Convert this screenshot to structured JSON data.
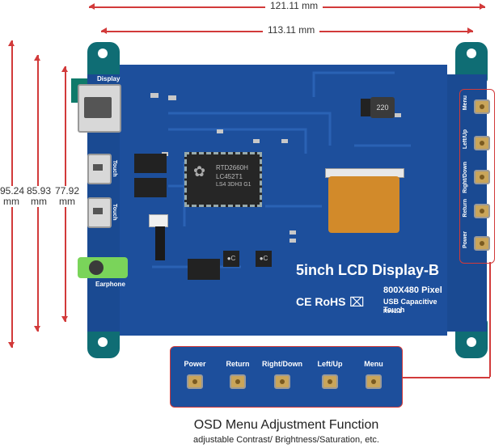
{
  "dimensions": {
    "width_total": "121.11 mm",
    "width_holes": "113.11 mm",
    "height_total": "95.24",
    "height_mid": "85.93",
    "height_inner": "77.92",
    "unit": "mm"
  },
  "board": {
    "port_display": "Display",
    "port_touch_1": "Touch",
    "port_touch_2": "Touch",
    "port_earphone": "Earphone",
    "title": "5inch LCD Display-B",
    "resolution": "800X480 Pixel",
    "touch_type": "USB Capacitive Touch",
    "revision": "Rev1.1",
    "chip_text_1": "RTD2660H",
    "chip_text_2": "LC452T1",
    "chip_text_3": "LS4 3DH3 G1",
    "inductor": "220",
    "certs": "CE RoHS",
    "side_buttons": [
      "Menu",
      "Left/Up",
      "Right/Down",
      "Return",
      "Power"
    ]
  },
  "osd_panel": {
    "buttons": [
      "Power",
      "Return",
      "Right/Down",
      "Left/Up",
      "Menu"
    ]
  },
  "caption": {
    "title": "OSD Menu Adjustment Function",
    "subtitle": "adjustable Contrast/ Brightness/Saturation, etc."
  },
  "colors": {
    "pcb": "#1d4f9c",
    "standoff": "#0f6d74",
    "accent": "#d23a3a",
    "fpc": "#d28a2a"
  }
}
